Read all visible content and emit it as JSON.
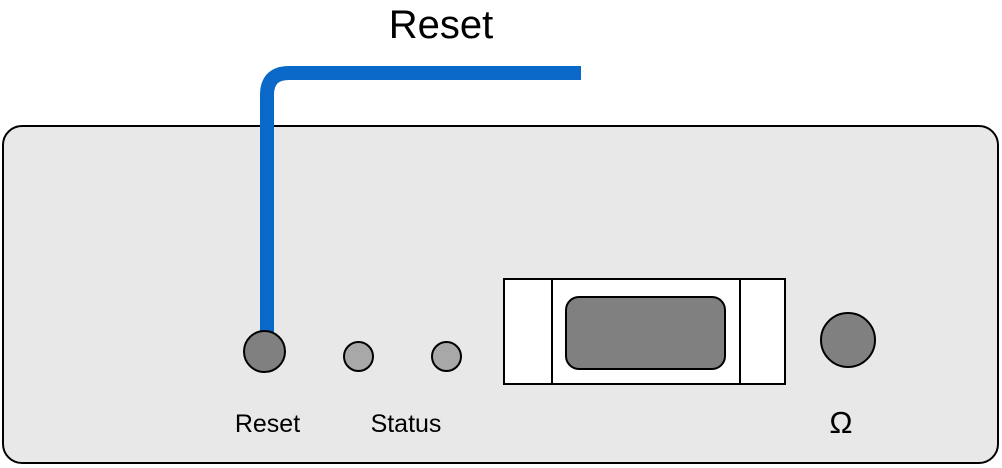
{
  "callout": {
    "label": "Reset"
  },
  "panel": {
    "buttons": {
      "reset": {
        "label": "Reset"
      },
      "status": {
        "label": "Status"
      },
      "ohm": {
        "label": "Ω"
      }
    }
  },
  "colors": {
    "callout_line": "#0a68c8",
    "panel_fill": "#e8e8e8",
    "outline": "#000000",
    "button_fill": "#808080",
    "led_fill": "#a8a8a8",
    "connector_fill": "#ffffff"
  }
}
